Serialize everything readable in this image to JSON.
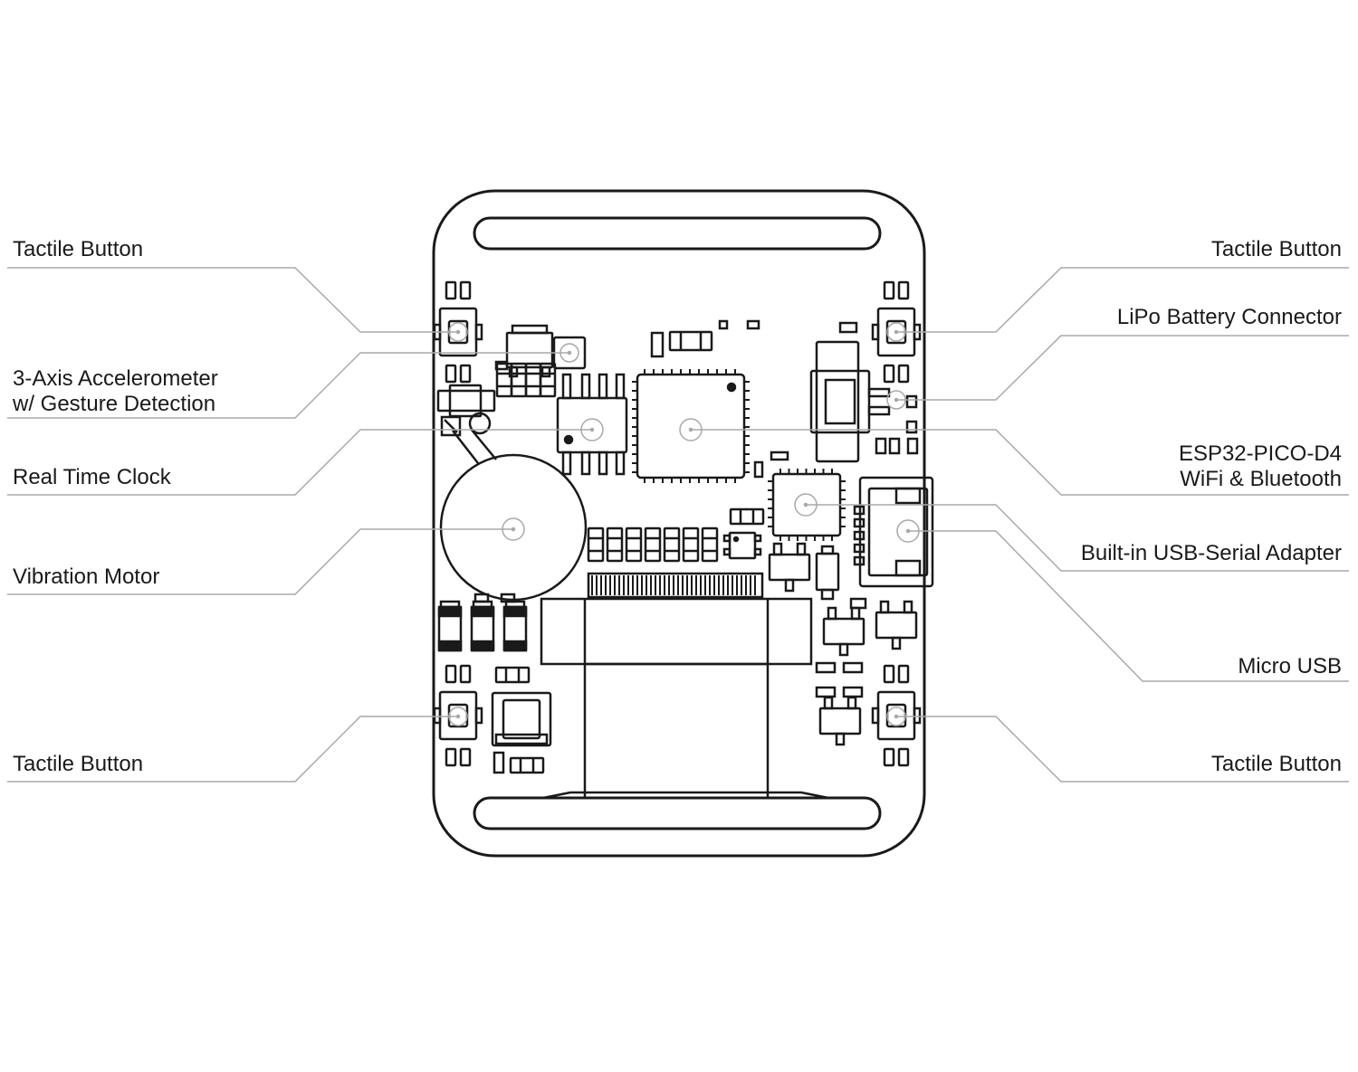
{
  "colors": {
    "ink": "#1a1a1a",
    "leader": "#a9a9a9",
    "background": "#ffffff"
  },
  "callouts": {
    "left": [
      {
        "id": "tactile-button-top-left",
        "lines": [
          "Tactile Button"
        ]
      },
      {
        "id": "accelerometer",
        "lines": [
          "3-Axis Accelerometer",
          "w/ Gesture Detection"
        ]
      },
      {
        "id": "real-time-clock",
        "lines": [
          "Real Time Clock"
        ]
      },
      {
        "id": "vibration-motor",
        "lines": [
          "Vibration Motor"
        ]
      },
      {
        "id": "tactile-button-bottom-left",
        "lines": [
          "Tactile Button"
        ]
      }
    ],
    "right": [
      {
        "id": "tactile-button-top-right",
        "lines": [
          "Tactile Button"
        ]
      },
      {
        "id": "lipo-battery-connector",
        "lines": [
          "LiPo Battery Connector"
        ]
      },
      {
        "id": "esp32",
        "lines": [
          "ESP32-PICO-D4",
          "WiFi & Bluetooth"
        ]
      },
      {
        "id": "usb-serial-adapter",
        "lines": [
          "Built-in USB-Serial Adapter"
        ]
      },
      {
        "id": "micro-usb",
        "lines": [
          "Micro USB"
        ]
      },
      {
        "id": "tactile-button-bottom-right",
        "lines": [
          "Tactile Button"
        ]
      }
    ]
  }
}
